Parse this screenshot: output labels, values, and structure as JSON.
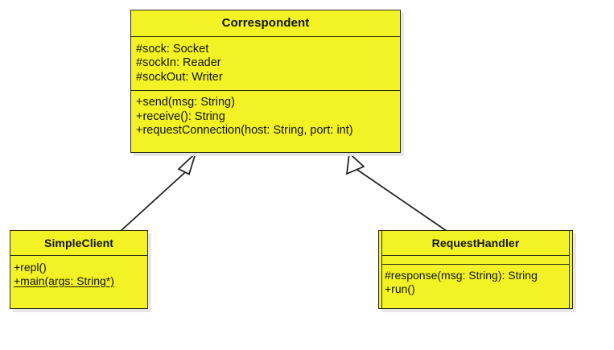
{
  "diagram": {
    "type": "uml-class-diagram",
    "background": "#ffffff",
    "fill_color": "#f2f224",
    "border_color": "#2b2b17",
    "text_color": "#141406"
  },
  "classes": {
    "correspondent": {
      "name": "Correspondent",
      "attributes": [
        "#sock: Socket",
        "#sockIn: Reader",
        "#sockOut: Writer"
      ],
      "operations": [
        "+send(msg: String)",
        "+receive(): String",
        "+requestConnection(host: String, port: int)"
      ]
    },
    "simpleclient": {
      "name": "SimpleClient",
      "attributes": [],
      "operations": [
        "+repl()",
        "+main(args: String*)"
      ]
    },
    "requesthandler": {
      "name": "RequestHandler",
      "attributes": [],
      "operations": [
        "#response(msg: String): String",
        "+run()"
      ]
    }
  },
  "relationships": [
    {
      "kind": "generalization",
      "from": "SimpleClient",
      "to": "Correspondent"
    },
    {
      "kind": "generalization",
      "from": "RequestHandler",
      "to": "Correspondent"
    }
  ]
}
